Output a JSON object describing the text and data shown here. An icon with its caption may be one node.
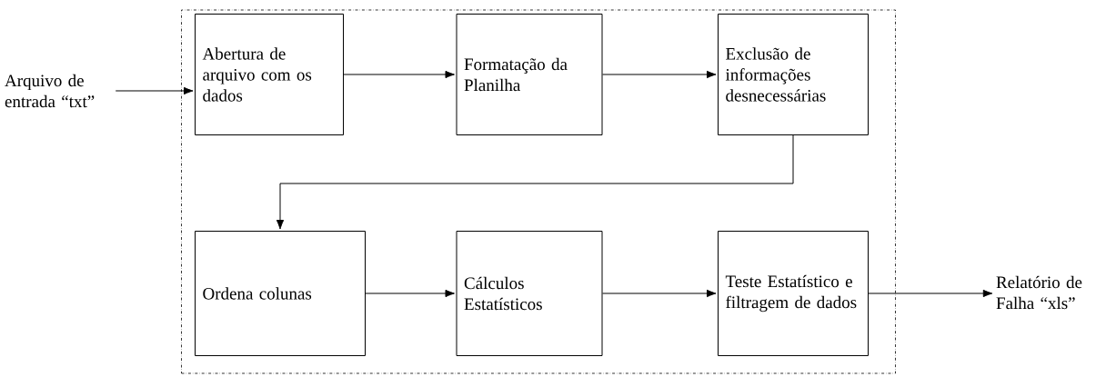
{
  "diagram": {
    "nodes": [
      {
        "text": [
          "Arquivo de entrada “txt”"
        ]
      },
      {
        "text": [],
        "shape": "box"
      },
      {
        "text": [
          "Abertura de arquivo com os dados"
        ],
        "in": 1
      },
      {
        "text": [
          "Formatação da Planilha"
        ],
        "in": 1
      },
      {
        "text": [
          "Exclusão de informações desnecessárias"
        ],
        "in": 1
      },
      {
        "text": [
          "Ordena colunas"
        ],
        "in": 1
      },
      {
        "text": [
          "Cálculos Estatísticos"
        ],
        "in": 1
      },
      {
        "text": [
          "Teste Estatístico e filtragem de dados"
        ],
        "in": 1
      },
      {
        "text": [
          "Relatório de Falha “xls”"
        ]
      }
    ],
    "edges": [
      {
        "from": 0,
        "to": 2,
        "arrow": "to"
      },
      {
        "from": 2,
        "to": 3,
        "arrow": "to"
      },
      {
        "from": 3,
        "to": 4,
        "arrow": "to"
      },
      {
        "from": 4,
        "to": 5,
        "arrow": "to"
      },
      {
        "from": 5,
        "to": 6,
        "arrow": "to"
      },
      {
        "from": 6,
        "to": 7,
        "arrow": "to"
      },
      {
        "from": 7,
        "to": 8,
        "arrow": "to"
      }
    ]
  }
}
